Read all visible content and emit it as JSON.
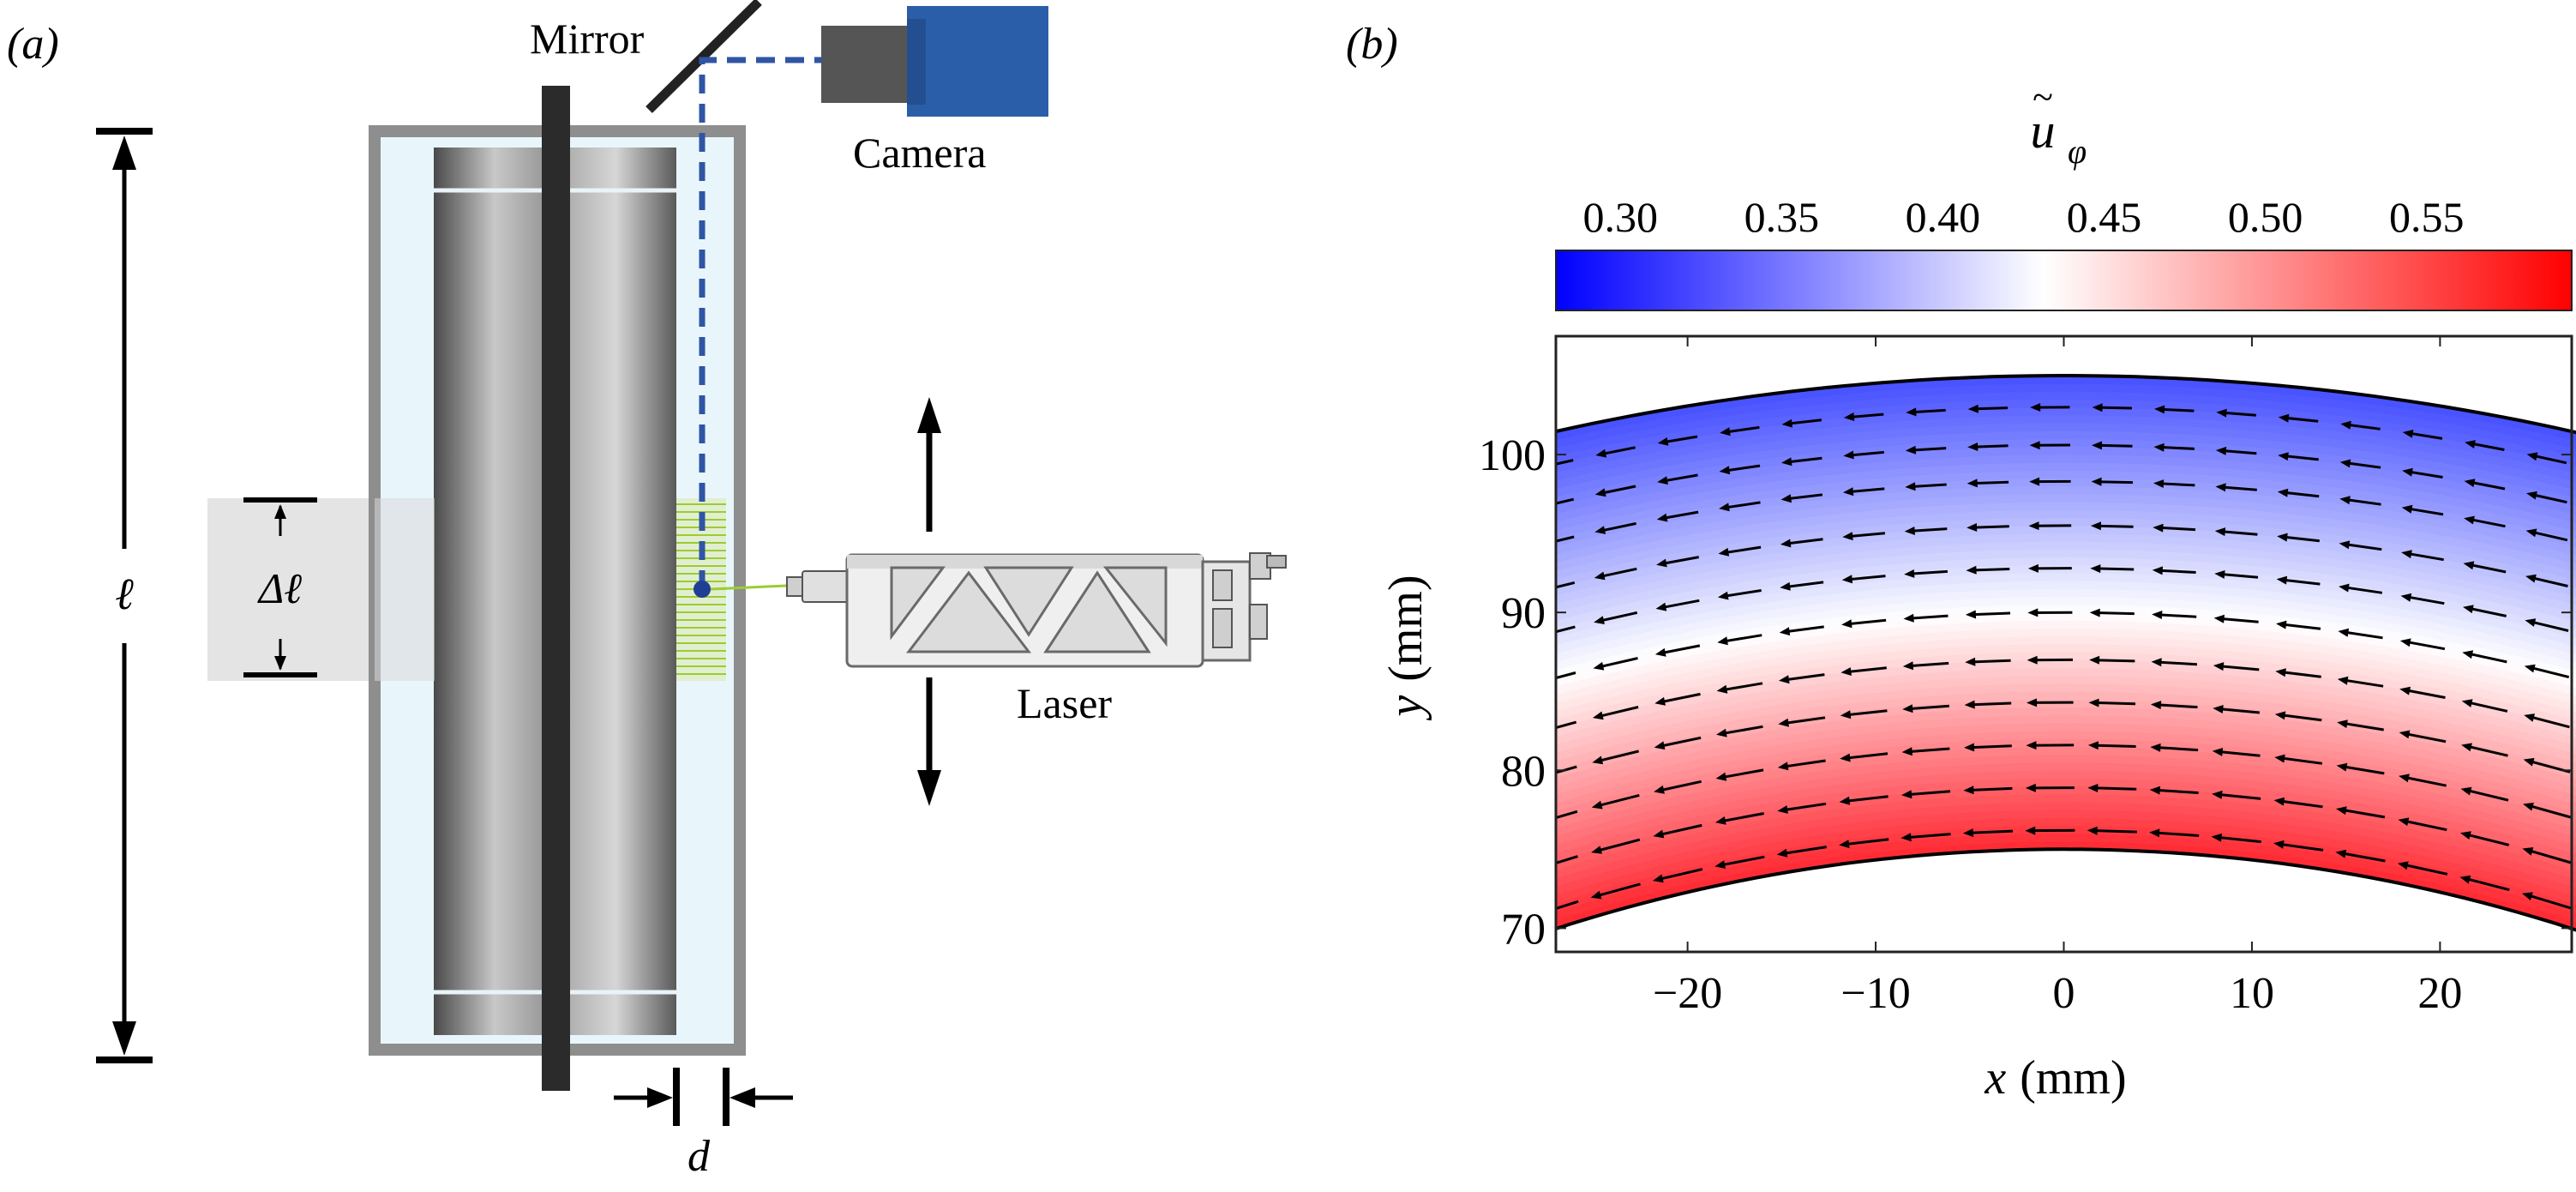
{
  "panel_a": {
    "label": "(a)",
    "labels": {
      "mirror": "Mirror",
      "camera": "Camera",
      "laser": "Laser",
      "length": "ℓ",
      "delta_length": "Δℓ",
      "gap": "d"
    },
    "colors": {
      "tank_border": "#8e8e8e",
      "water": "#e8f6fc",
      "shaft": "#2b2b2b",
      "beam": "#2f55a4",
      "camera_body": "#2b5ea8",
      "camera_lens": "#555555",
      "laser_sheet": "#9acd32"
    }
  },
  "panel_b": {
    "label": "(b)",
    "colorbar": {
      "title_symbol": "u",
      "title_subscript": "φ",
      "title_accent": "~",
      "ticks": [
        "0.30",
        "0.35",
        "0.40",
        "0.45",
        "0.50",
        "0.55"
      ],
      "tick_values": [
        0.3,
        0.35,
        0.4,
        0.45,
        0.5,
        0.55
      ],
      "range": [
        0.28,
        0.595
      ],
      "colormap": [
        "#0000ff",
        "#ffffff",
        "#ff0000"
      ]
    },
    "axes": {
      "xlabel_var": "x",
      "xlabel_unit": "(mm)",
      "ylabel_var": "y",
      "ylabel_unit": "(mm)"
    }
  },
  "chart_data": {
    "type": "heatmap",
    "description_of_field": "azimuthal velocity in annular gap between cylinders",
    "xlim": [
      -27,
      27
    ],
    "ylim": [
      68.5,
      107.5
    ],
    "x_ticks": [
      -20,
      -10,
      0,
      10,
      20
    ],
    "x_tick_labels": [
      "−20",
      "−10",
      "0",
      "10",
      "20"
    ],
    "y_ticks": [
      70,
      80,
      90,
      100
    ],
    "y_tick_labels": [
      "70",
      "80",
      "90",
      "100"
    ],
    "inner_radius_mm": 75,
    "outer_radius_mm": 105,
    "vector_radii_mm": [
      76.2,
      78.9,
      81.6,
      84.3,
      87.0,
      90.0,
      92.8,
      95.5,
      98.3,
      100.6,
      103.0
    ],
    "vector_direction": "counter-clockwise (toward -x)",
    "grid": false
  }
}
